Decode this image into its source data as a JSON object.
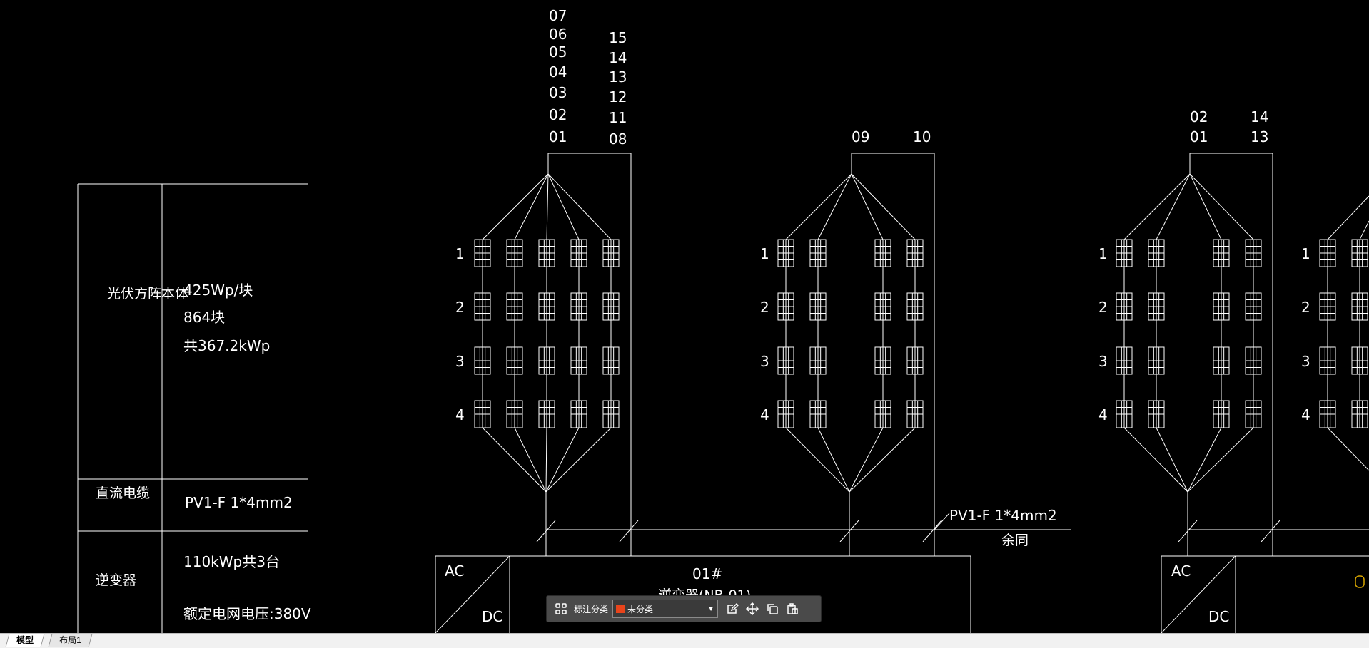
{
  "legend_table": {
    "row1_label": "光伏方阵本体",
    "row1_lines": [
      "425Wp/块",
      "864块",
      "共367.2kWp"
    ],
    "row2_label": "直流电缆",
    "row2_value": "PV1-F 1*4mm2",
    "row3_label": "逆变器",
    "row3_lines": [
      "110kWp共3台",
      "额定电网电压:380V"
    ]
  },
  "diagram": {
    "row_numbers": [
      "1",
      "2",
      "3",
      "4"
    ],
    "group1": {
      "left_labels": [
        "07",
        "06",
        "05",
        "04",
        "03",
        "02",
        "01"
      ],
      "right_labels": [
        "15",
        "14",
        "13",
        "12",
        "11",
        "08"
      ]
    },
    "group2": {
      "left_labels": [
        "09"
      ],
      "right_labels": [
        "10"
      ]
    },
    "group3": {
      "left_labels": [
        "02",
        "01"
      ],
      "right_labels": [
        "14",
        "13"
      ]
    },
    "cable_label": "PV1-F 1*4mm2",
    "cable_note": "余同",
    "inverter1": {
      "ac": "AC",
      "dc": "DC",
      "number": "01#",
      "name": "逆变器(NB-01)"
    },
    "inverter2": {
      "ac": "AC",
      "dc": "DC"
    }
  },
  "toolbar": {
    "label": "标注分类",
    "category": "未分类",
    "category_color": "#e8441b"
  },
  "tabs": [
    {
      "label": "模型",
      "active": true
    },
    {
      "label": "布局1",
      "active": false
    }
  ]
}
